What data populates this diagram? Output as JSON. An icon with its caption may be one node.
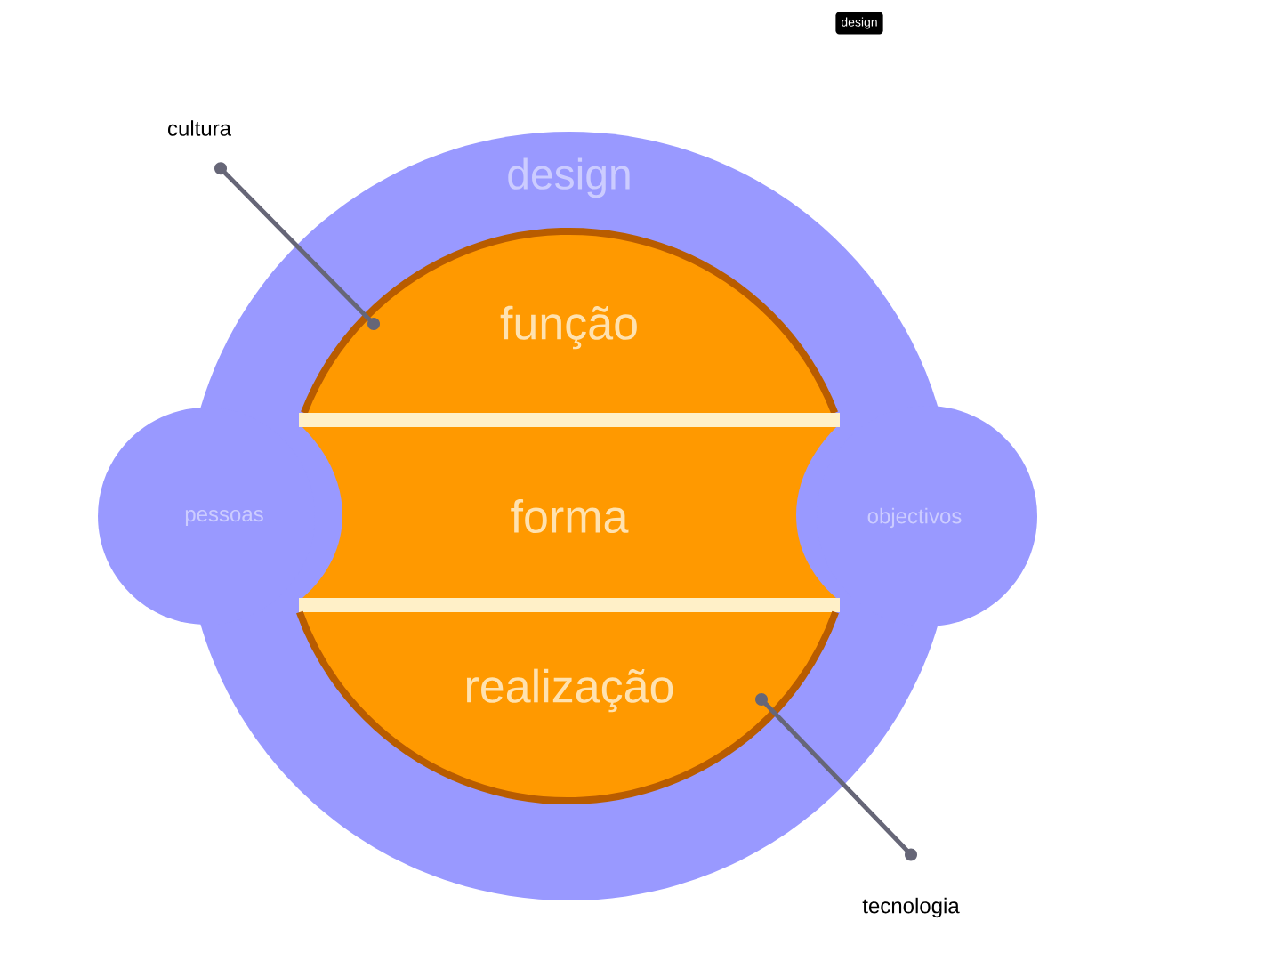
{
  "diagram": {
    "nodes": [
      {
        "text": [
          "design"
        ]
      },
      {
        "text": [
          "pessoas"
        ]
      },
      {
        "text": [
          "objectivos"
        ]
      },
      {
        "text": [
          "função"
        ],
        "in": 0
      },
      {
        "text": [
          "forma"
        ],
        "in": 0
      },
      {
        "text": [
          "realização"
        ],
        "in": 0
      },
      {
        "text": [
          "cultura"
        ]
      },
      {
        "text": [
          "tecnologia"
        ]
      },
      {
        "text": [
          "design"
        ]
      }
    ],
    "edges": [
      {
        "from": 6,
        "to": 3,
        "arrow": "other"
      },
      {
        "from": 7,
        "to": 5,
        "arrow": "other"
      }
    ]
  }
}
